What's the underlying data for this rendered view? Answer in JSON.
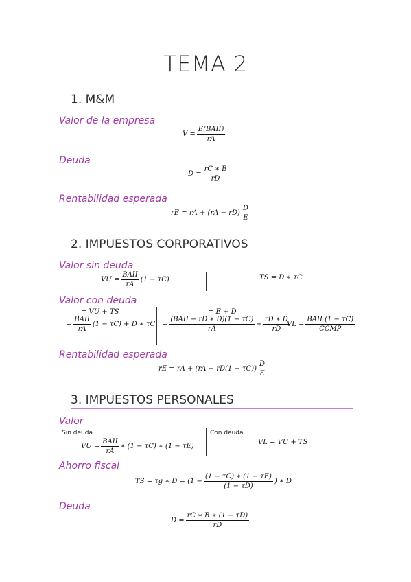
{
  "title": "TEMA 2",
  "sections": [
    {
      "heading": "1. M&M"
    },
    {
      "heading": "2. IMPUESTOS CORPORATIVOS"
    },
    {
      "heading": "3. IMPUESTOS PERSONALES"
    }
  ],
  "s1": {
    "valor_label": "Valor de la empresa",
    "v_lhs": "V =",
    "v_num": "E(BAII)",
    "v_den": "rA",
    "deuda_label": "Deuda",
    "d_lhs": "D =",
    "d_num": "rC ∗ B",
    "d_den": "rD",
    "rent_label": "Rentabilidad esperada",
    "re_lhs": "rE = rA + (rA − rD)",
    "re_num": "D",
    "re_den": "E"
  },
  "s2": {
    "sin_label": "Valor sin deuda",
    "vu_lhs": "VU =",
    "vu_num": "BAII",
    "vu_den": "rA",
    "vu_rhs": "(1 − τC)",
    "ts_eq": "TS = D ∗ τC",
    "con_label": "Valor con deuda",
    "c1_top": "= VU + TS",
    "c1_eq": "=",
    "c1_num": "BAII",
    "c1_den": "rA",
    "c1_rhs": "(1 − τC) + D ∗ τC",
    "c2_top": "= E + D",
    "c2_eq": "=",
    "c2_num": "(BAII − rD ∗ D)(1 − τC)",
    "c2_den": "rA",
    "c2_plus": "+",
    "c2_num2": "rD ∗ D",
    "c2_den2": "rD",
    "c3_lhs": "VL =",
    "c3_num": "BAII (1 − τC)",
    "c3_den": "CCMP",
    "rent_label": "Rentabilidad esperada",
    "re_lhs": "rE = rA + (rA − rD(1 − τC))",
    "re_num": "D",
    "re_den": "E"
  },
  "s3": {
    "valor_label": "Valor",
    "sin_small": "Sin deuda",
    "vu_lhs": "VU =",
    "vu_num": "BAII",
    "vu_den": "rA",
    "vu_rhs": "∗ (1 − τC) ∗ (1 − τE)",
    "con_small": "Con deuda",
    "vl_eq": "VL = VU + TS",
    "ahorro_label": "Ahorro fiscal",
    "ts_lhs": "TS = τg ∗ D = (1 −",
    "ts_num": "(1 − τC) ∗ (1 − τE)",
    "ts_den": "(1 − τD)",
    "ts_rhs": ") ∗ D",
    "deuda_label": "Deuda",
    "d_lhs": "D =",
    "d_num": "rC ∗ B ∗ (1 − τD)",
    "d_den": "rD"
  }
}
